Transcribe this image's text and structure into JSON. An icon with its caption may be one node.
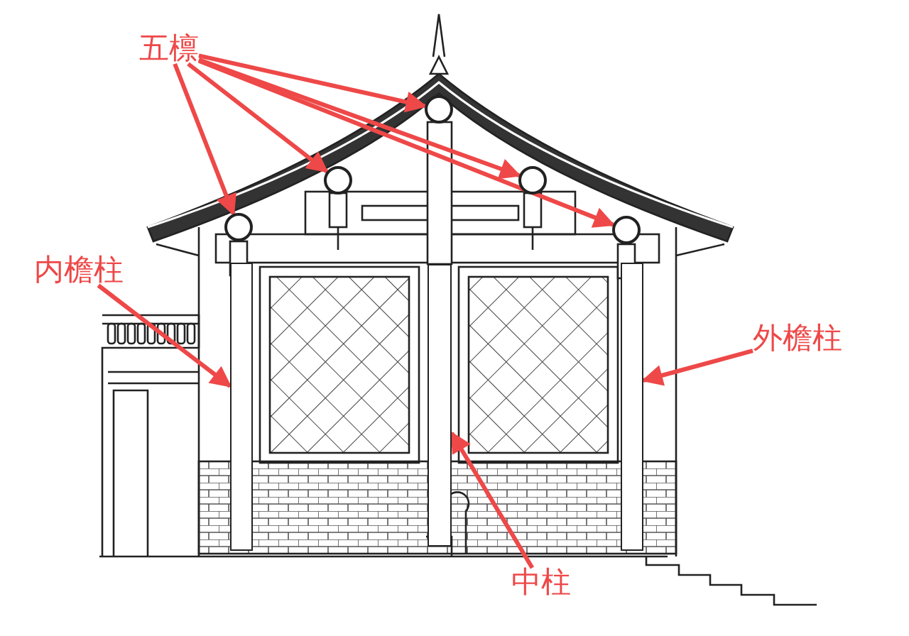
{
  "diagram": {
    "nodes": [
      {
        "text": [
          "五檩"
        ]
      },
      {
        "text": [],
        "shape": "circle"
      },
      {
        "text": [],
        "shape": "circle"
      },
      {
        "text": [],
        "shape": "circle"
      },
      {
        "text": [],
        "shape": "circle"
      },
      {
        "text": [],
        "shape": "circle"
      },
      {
        "text": [
          "内檐柱"
        ]
      },
      {
        "text": [],
        "shape": "bar"
      },
      {
        "text": [
          "中柱"
        ]
      },
      {
        "text": [],
        "shape": "bar"
      },
      {
        "text": [
          "外檐柱"
        ]
      },
      {
        "text": [],
        "shape": "bar"
      }
    ],
    "edges": [
      {
        "from": 0,
        "to": 3,
        "arrow": "to"
      },
      {
        "from": 0,
        "to": 2,
        "arrow": "to"
      },
      {
        "from": 0,
        "to": 1,
        "arrow": "to"
      },
      {
        "from": 0,
        "to": 4,
        "arrow": "to"
      },
      {
        "from": 0,
        "to": 5,
        "arrow": "to"
      },
      {
        "from": 6,
        "to": 7,
        "arrow": "to"
      },
      {
        "from": 8,
        "to": 9,
        "arrow": "to"
      },
      {
        "from": 10,
        "to": 11,
        "arrow": "to"
      }
    ]
  }
}
